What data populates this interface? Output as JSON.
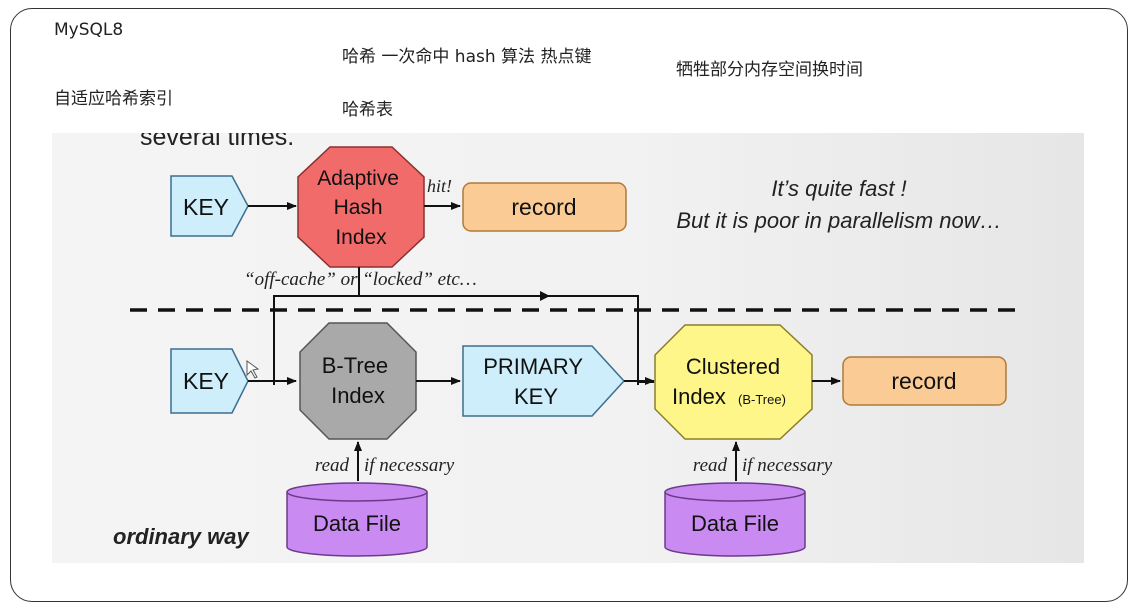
{
  "notes": {
    "mysql8": "MySQL8",
    "adaptive_hash_index": "自适应哈希索引",
    "hash_line1": "哈希  一次命中 hash 算法  热点键",
    "hash_line2": "哈希表",
    "tradeoff": "牺牲部分内存空间换时间"
  },
  "slide": {
    "top_text": "several times.",
    "top_path": {
      "key": "KEY",
      "ahi": [
        "Adaptive",
        "Hash",
        "Index"
      ],
      "hit": "hit!",
      "record": "record",
      "remark1": "It’s quite fast !",
      "remark2": "But it is poor in parallelism now…"
    },
    "fallback_label": "“off-cache” or “locked” etc…",
    "bottom_path": {
      "key": "KEY",
      "btree": [
        "B-Tree",
        "Index"
      ],
      "primary": [
        "PRIMARY",
        "KEY"
      ],
      "clustered": [
        "Clustered",
        "Index"
      ],
      "clustered_suffix": "(B-Tree)",
      "record": "record",
      "read": "read",
      "if_necessary": "if necessary",
      "data_file": "Data File",
      "way_label": "ordinary way"
    },
    "colors": {
      "ahi": "#f26b6b",
      "btree": "#a9a9a9",
      "clustered": "#fff68a",
      "record": "#fbcb95",
      "key": "#cdeefa",
      "data_file": "#c98af2"
    }
  }
}
